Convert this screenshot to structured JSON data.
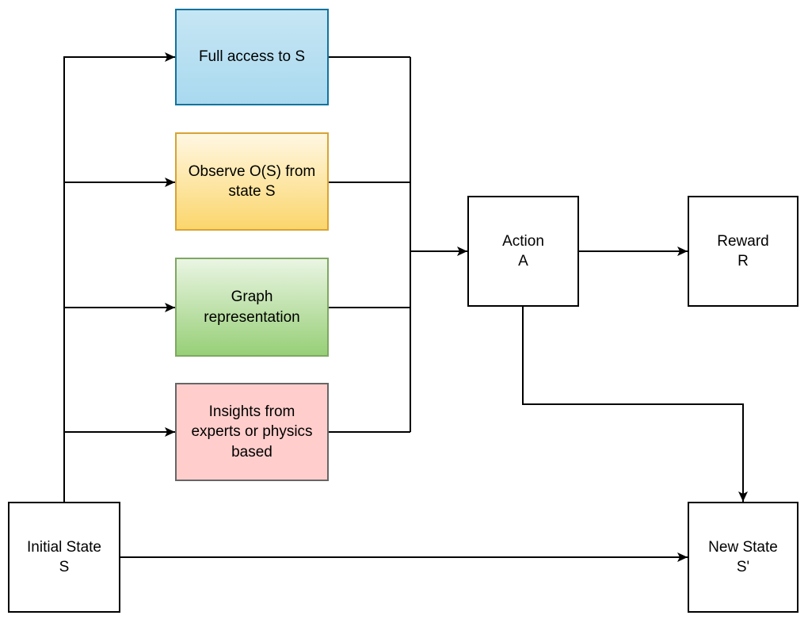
{
  "canvas": {
    "background": "#ffffff",
    "line_color": "#000000",
    "text_color": "#000000"
  },
  "nodes": {
    "full_access": {
      "label": "Full access to S",
      "fill": "#A9D9EF",
      "fill_light": "#C6E6F4",
      "border": "#10739E"
    },
    "observe": {
      "label": "Observe O(S) from state S",
      "fill": "#FBD66C",
      "fill_light": "#FFF7E2",
      "border": "#D8A335"
    },
    "graph": {
      "label": "Graph representation",
      "fill": "#97CF77",
      "fill_light": "#EAF5E3",
      "border": "#7EA861"
    },
    "insights": {
      "label": "Insights from experts or physics based",
      "fill": "#FFCECC",
      "fill_light": "#FFCECC",
      "border": "#666666"
    },
    "initial_state": {
      "label": "Initial State",
      "sublabel": "S",
      "fill": "#FFFFFF",
      "border": "#000000"
    },
    "action": {
      "label": "Action",
      "sublabel": "A",
      "fill": "#FFFFFF",
      "border": "#000000"
    },
    "reward": {
      "label": "Reward",
      "sublabel": "R",
      "fill": "#FFFFFF",
      "border": "#000000"
    },
    "new_state": {
      "label": "New State",
      "sublabel": "S'",
      "fill": "#FFFFFF",
      "border": "#000000"
    }
  },
  "edges": [
    {
      "from": "initial_state",
      "to": "full_access"
    },
    {
      "from": "initial_state",
      "to": "observe"
    },
    {
      "from": "initial_state",
      "to": "graph"
    },
    {
      "from": "initial_state",
      "to": "insights"
    },
    {
      "from": "full_access",
      "to": "action"
    },
    {
      "from": "observe",
      "to": "action"
    },
    {
      "from": "graph",
      "to": "action"
    },
    {
      "from": "insights",
      "to": "action"
    },
    {
      "from": "action",
      "to": "reward"
    },
    {
      "from": "action",
      "to": "new_state"
    },
    {
      "from": "initial_state",
      "to": "new_state"
    }
  ]
}
